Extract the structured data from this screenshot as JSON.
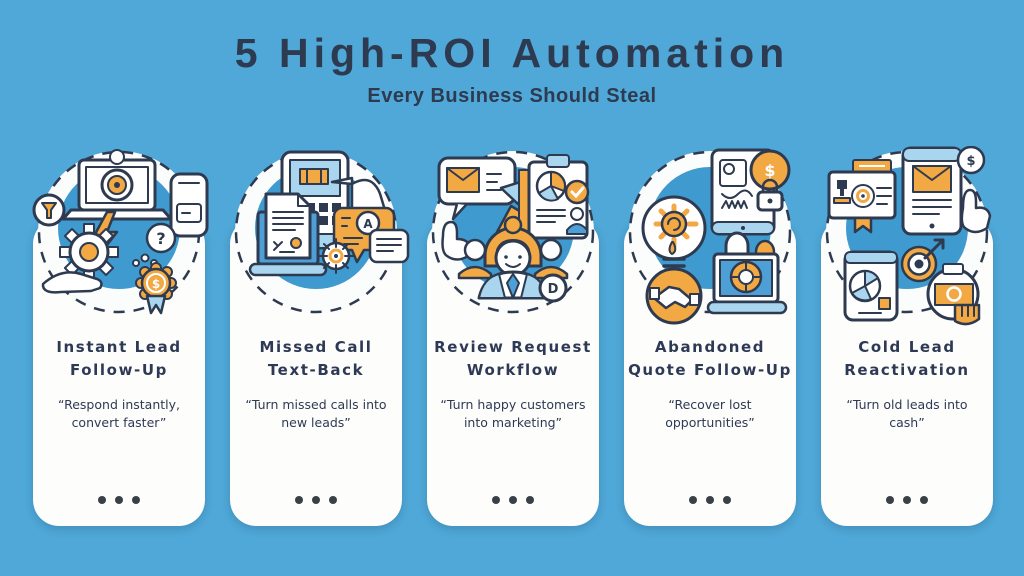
{
  "header": {
    "title": "5 High-ROI Automation",
    "subtitle": "Every Business Should Steal"
  },
  "colors": {
    "background": "#4FA8D8",
    "heading_text": "#2D3A50",
    "card_background": "#FDFDFB",
    "card_text": "#2E3A55",
    "accent_orange": "#F2A843",
    "illustration_blue": "#3F9ACF",
    "light_blue": "#A9D6EE",
    "outline_navy": "#2E3A50",
    "dot_color": "#3A4047"
  },
  "cards": [
    {
      "id": "instant-lead-follow-up",
      "title": "Instant Lead Follow-Up",
      "title_lines": [
        "Instant Lead",
        "Follow-Up"
      ],
      "quote": "“Respond instantly, convert faster”",
      "quote_lines": [
        "“Respond instantly,",
        "convert faster”"
      ],
      "illustration_icons": "laptop-with-target, lightning-bolt, gear, open-hand, smartphone, question-bubble, dollar-rosette-with-ribbon, funnel-badge",
      "glyphs": {
        "question": "?",
        "dollar": "$"
      }
    },
    {
      "id": "missed-call-text-back",
      "title": "Missed Call Text-Back",
      "title_lines": [
        "Missed Call",
        "Text-Back"
      ],
      "quote": "“Turn missed calls into new leads”",
      "quote_lines": [
        "“Turn missed calls into",
        "new leads”"
      ],
      "illustration_icons": "tablet-keypad, tapping-hand, laptop-with-document, chat-bubbles, gear-target",
      "glyphs": {
        "letter_a": "A"
      }
    },
    {
      "id": "review-request-workflow",
      "title": "Review Request Workflow",
      "title_lines": [
        "Review Request",
        "Workflow"
      ],
      "quote": "“Turn happy customers into marketing”",
      "quote_lines": [
        "“Turn happy customers",
        "into marketing”"
      ],
      "illustration_icons": "mail-speech-bubble, pointing-hand, promo-arrow, clipboard-pie-chart-check, customer-avatars, coin",
      "glyphs": {
        "letter_d": "D"
      }
    },
    {
      "id": "abandoned-quote-follow-up",
      "title": "Abandoned Quote Follow-Up",
      "title_lines": [
        "Abandoned",
        "Quote Follow-Up"
      ],
      "quote": "“Recover lost opportunities”",
      "quote_lines": [
        "“Recover lost",
        "opportunities”"
      ],
      "illustration_icons": "idea-bulb-with-gear, handshake-badge, tablet-with-scribble, dollar-lock, laptop-lifebuoy",
      "glyphs": {
        "dollar": "$"
      }
    },
    {
      "id": "cold-lead-reactivation",
      "title": "Cold Lead Reactivation",
      "title_lines": [
        "Cold Lead",
        "Reactivation"
      ],
      "quote": "“Turn old leads into cash”",
      "quote_lines": [
        "“Turn old leads into",
        "cash”"
      ],
      "illustration_icons": "certificate-badge, tablet-with-email, dollar-coin, pointing-hand, phone-pie-chart, dart-target, cash-grab-hand",
      "glyphs": {
        "dollar": "$"
      }
    }
  ]
}
